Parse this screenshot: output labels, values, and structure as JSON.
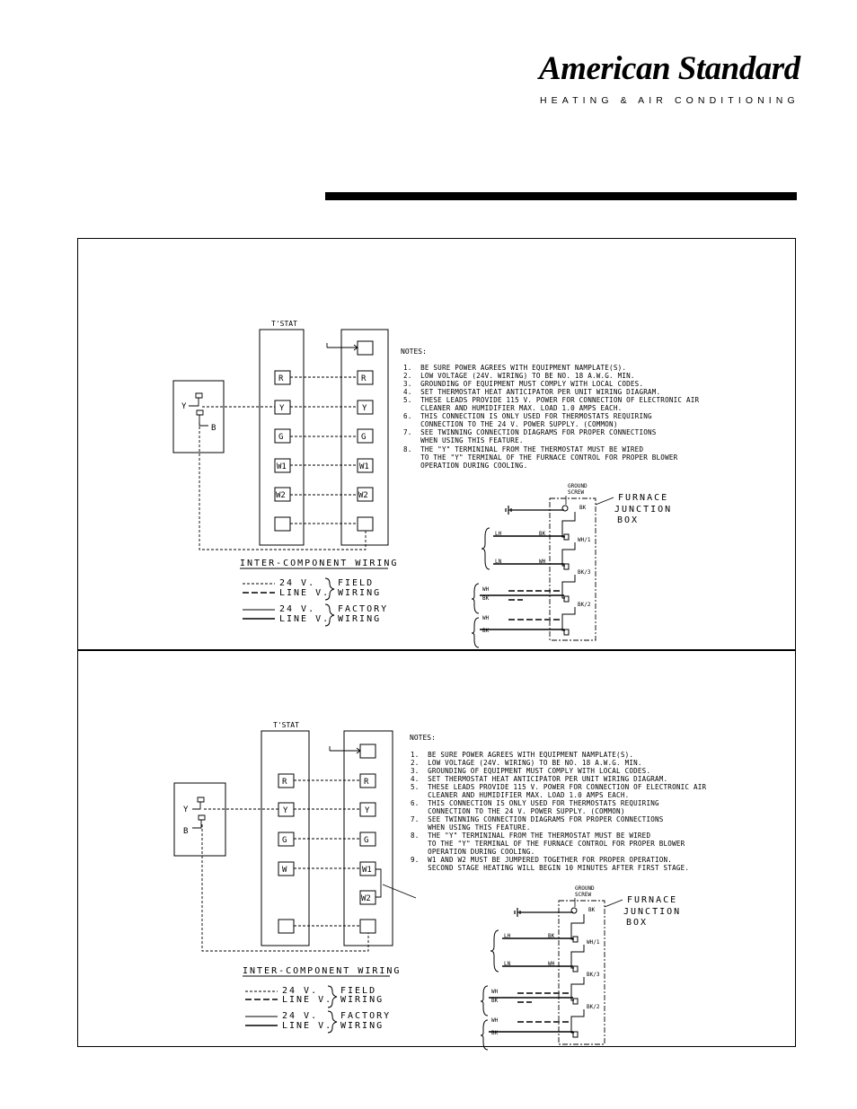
{
  "header": {
    "brand": "American Standard",
    "tagline": "HEATING & AIR CONDITIONING"
  },
  "diagrams": [
    {
      "tstat_label": "T'STAT",
      "tstat_terminals": [
        "R",
        "Y",
        "G",
        "W1",
        "W2",
        ""
      ],
      "furnace_terminals": [
        "",
        "R",
        "Y",
        "G",
        "W1",
        "W2",
        ""
      ],
      "outdoor_labels": [
        "Y",
        "B"
      ],
      "notes_title": "NOTES:",
      "notes": [
        "1.  BE SURE POWER AGREES WITH EQUIPMENT NAMPLATE(S).",
        "2.  LOW VOLTAGE (24V. WIRING) TO BE NO. 18 A.W.G. MIN.",
        "3.  GROUNDING OF EQUIPMENT MUST COMPLY WITH LOCAL CODES.",
        "4.  SET THERMOSTAT HEAT ANTICIPATOR PER UNIT WIRING DIAGRAM.",
        "5.  THESE LEADS PROVIDE 115 V. POWER FOR CONNECTION OF ELECTRONIC AIR",
        "    CLEANER AND HUMIDIFIER MAX. LOAD 1.0 AMPS EACH.",
        "6.  THIS CONNECTION IS ONLY USED FOR THERMOSTATS REQUIRING",
        "    CONNECTION TO THE 24 V. POWER SUPPLY. (COMMON)",
        "7.  SEE TWINNING CONNECTION DIAGRAMS FOR PROPER CONNECTIONS",
        "    WHEN USING THIS FEATURE.",
        "8.  THE \"Y\" TERMININAL FROM THE THERMOSTAT MUST BE WIRED",
        "    TO THE \"Y\" TERMINAL OF THE FURNACE CONTROL FOR PROPER BLOWER",
        "    OPERATION DURING COOLING."
      ],
      "legend": {
        "title": "INTER-COMPONENT WIRING",
        "v24": "24 V.",
        "line_v": "LINE V.",
        "field": "FIELD",
        "factory": "FACTORY",
        "wiring": "WIRING"
      },
      "junction": {
        "ground_screw": "GROUND\nSCREW",
        "ground_1": "GROUND",
        "ground_2": "SCREW",
        "box_1": "FURNACE",
        "box_2": "JUNCTION",
        "box_3": "BOX",
        "wires": [
          "LH",
          "BK",
          "LN",
          "WH",
          "WH",
          "BK",
          "WH",
          "BK"
        ],
        "terminals": [
          "BK",
          "WH/1",
          "BK/3",
          "BK/2"
        ]
      }
    },
    {
      "tstat_label": "T'STAT",
      "tstat_terminals": [
        "R",
        "Y",
        "G",
        "W",
        "",
        ""
      ],
      "furnace_terminals": [
        "",
        "R",
        "Y",
        "G",
        "W1",
        "W2",
        ""
      ],
      "outdoor_labels": [
        "Y",
        "B"
      ],
      "notes_title": "NOTES:",
      "notes": [
        "1.  BE SURE POWER AGREES WITH EQUIPMENT NAMPLATE(S).",
        "2.  LOW VOLTAGE (24V. WIRING) TO BE NO. 18 A.W.G. MIN.",
        "3.  GROUNDING OF EQUIPMENT MUST COMPLY WITH LOCAL CODES.",
        "4.  SET THERMOSTAT HEAT ANTICIPATOR PER UNIT WIRING DIAGRAM.",
        "5.  THESE LEADS PROVIDE 115 V. POWER FOR CONNECTION OF ELECTRONIC AIR",
        "    CLEANER AND HUMIDIFIER MAX. LOAD 1.0 AMPS EACH.",
        "6.  THIS CONNECTION IS ONLY USED FOR THERMOSTATS REQUIRING",
        "    CONNECTION TO THE 24 V. POWER SUPPLY. (COMMON)",
        "7.  SEE TWINNING CONNECTION DIAGRAMS FOR PROPER CONNECTIONS",
        "    WHEN USING THIS FEATURE.",
        "8.  THE \"Y\" TERMININAL FROM THE THERMOSTAT MUST BE WIRED",
        "    TO THE \"Y\" TERMINAL OF THE FURNACE CONTROL FOR PROPER BLOWER",
        "    OPERATION DURING COOLING.",
        "9.  W1 AND W2 MUST BE JUMPERED TOGETHER FOR PROPER OPERATION.",
        "    SECOND STAGE HEATING WILL BEGIN 10 MINUTES AFTER FIRST STAGE."
      ],
      "legend": {
        "title": "INTER-COMPONENT WIRING",
        "v24": "24 V.",
        "line_v": "LINE V.",
        "field": "FIELD",
        "factory": "FACTORY",
        "wiring": "WIRING"
      },
      "junction": {
        "ground_1": "GROUND",
        "ground_2": "SCREW",
        "box_1": "FURNACE",
        "box_2": "JUNCTION",
        "box_3": "BOX",
        "wires": [
          "LH",
          "BK",
          "LN",
          "WH",
          "WH",
          "BK",
          "WH",
          "BK"
        ],
        "terminals": [
          "BK",
          "WH/1",
          "BK/3",
          "BK/2"
        ]
      }
    }
  ]
}
